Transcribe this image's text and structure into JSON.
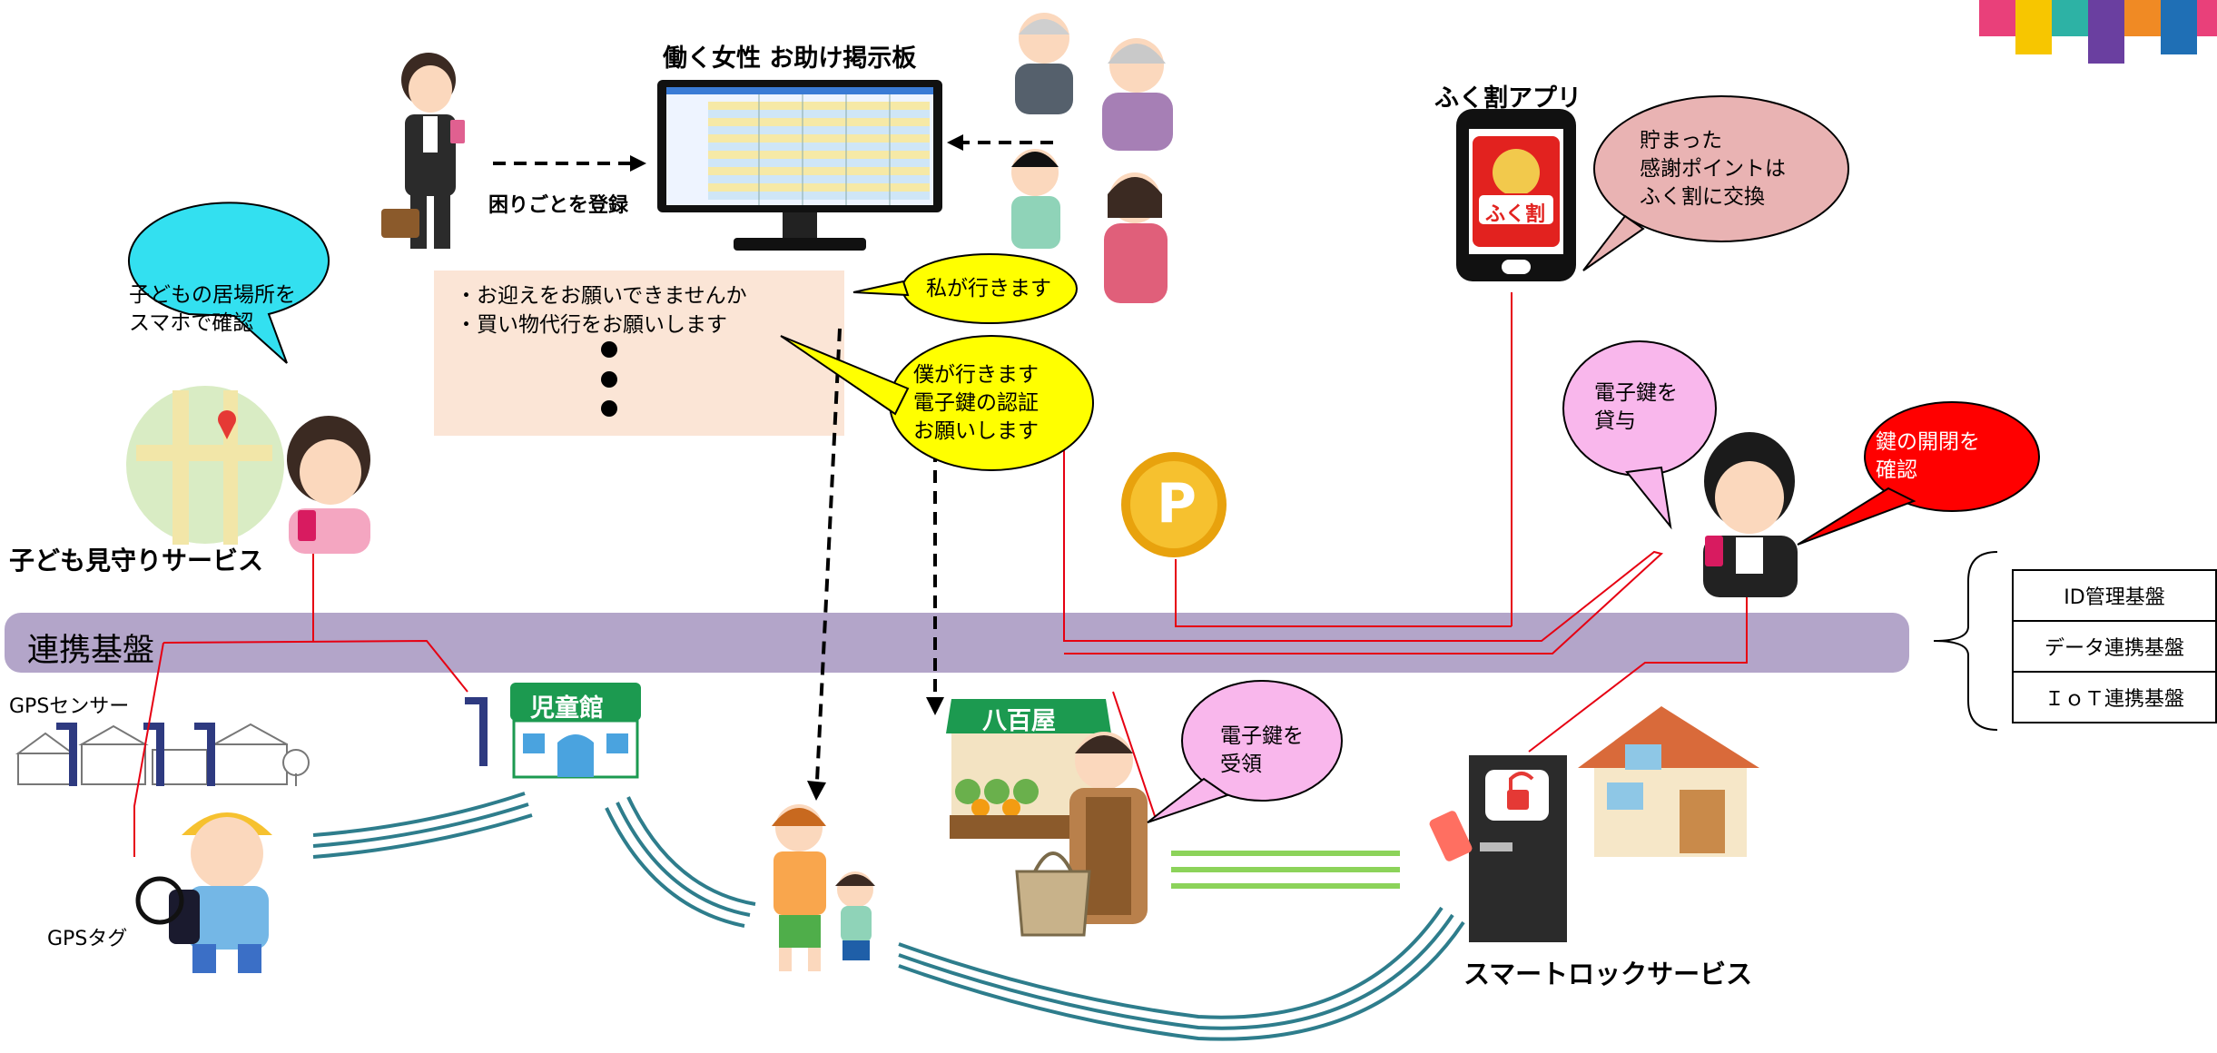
{
  "board": {
    "title": "働く女性 お助け掲示板"
  },
  "register_label": "困りごとを登録",
  "requests": {
    "items": [
      "・お迎えをお願いできませんか",
      "・買い物代行をお願いします"
    ]
  },
  "bubbles": {
    "child_location": "子どもの居場所を\nスマホで確認",
    "i_will_go": "私が行きます",
    "key_auth": "僕が行きます\n電子鍵の認証\nお願いします",
    "points": "貯まった\n感謝ポイントは\nふく割に交換",
    "lend_key": "電子鍵を\n貸与",
    "confirm_lock": "鍵の開閉を\n確認",
    "receive_key": "電子鍵を\n受領"
  },
  "app": {
    "title": "ふく割アプリ",
    "logo_text": "ふく割"
  },
  "coin_letter": "P",
  "services": {
    "child_watch": "子ども見守りサービス",
    "smart_lock": "スマートロックサービス"
  },
  "platform": {
    "label": "連携基盤",
    "components": [
      "ID管理基盤",
      "データ連携基盤",
      "ＩｏＴ連携基盤"
    ]
  },
  "gps": {
    "sensor": "GPSセンサー",
    "tag": "GPSタグ"
  },
  "buildings": {
    "childrens_hall": "児童館",
    "grocery": "八百屋"
  },
  "colors": {
    "platform_bar": "#b3a5c9",
    "cyan_bubble": "#33e0f0",
    "yellow_bubble": "#ffff00",
    "pink_bubble": "#f9b7ec",
    "rose_bubble": "#e9b3b3",
    "red_bubble": "#ff0000",
    "request_box": "#fbe5d6",
    "connector": "#e60012",
    "road": "#2e7d8c",
    "rail": "#8cd35a"
  }
}
